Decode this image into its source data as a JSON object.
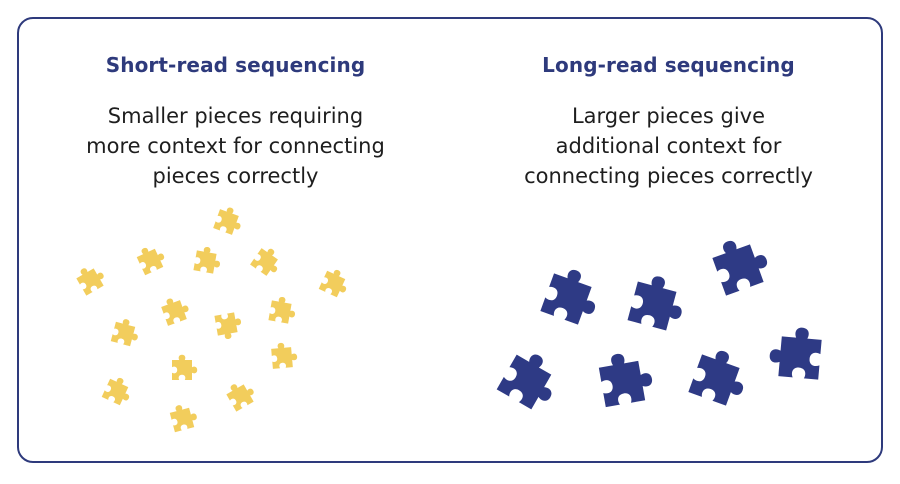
{
  "left_panel": {
    "title": "Short-read sequencing",
    "description_lines": [
      "Smaller pieces requiring",
      "more context for connecting",
      "pieces correctly"
    ]
  },
  "right_panel": {
    "title": "Long-read sequencing",
    "description_lines": [
      "Larger pieces give",
      "additional context for",
      "connecting pieces correctly"
    ]
  },
  "colors": {
    "border": "#2e3a7c",
    "title": "#2e3a7c",
    "short_piece": "#f2cd5c",
    "long_piece": "#2e3a85"
  },
  "icons": {
    "short_piece": "puzzle-piece-icon",
    "long_piece": "puzzle-piece-icon"
  }
}
